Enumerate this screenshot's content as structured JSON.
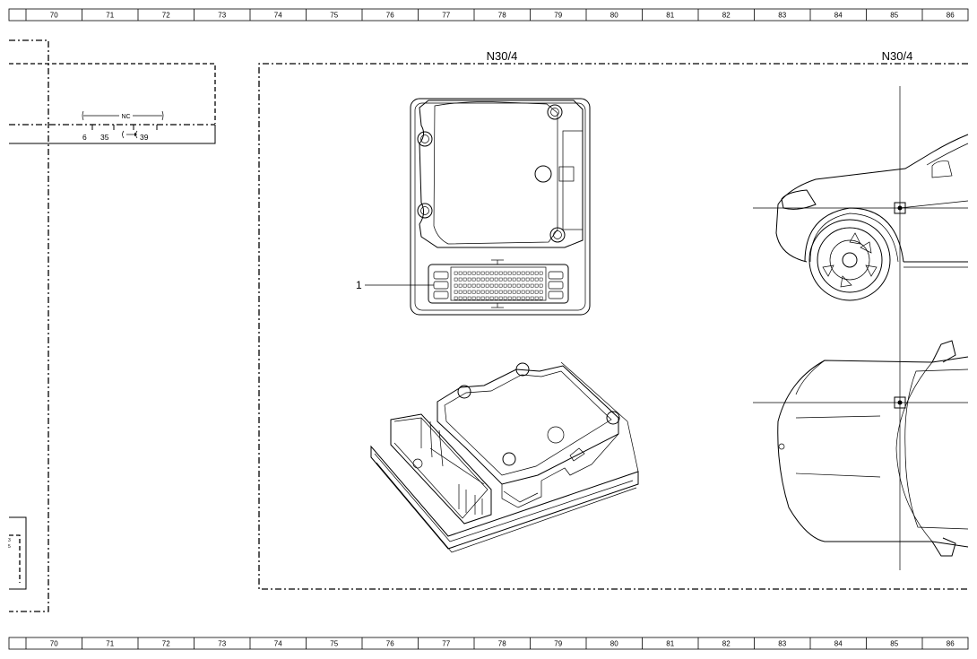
{
  "ruler": {
    "columns": [
      "70",
      "71",
      "72",
      "73",
      "74",
      "75",
      "76",
      "77",
      "78",
      "79",
      "80",
      "81",
      "82",
      "83",
      "84",
      "85",
      "86"
    ]
  },
  "component_labels": {
    "left": "N30/4",
    "right": "N30/4"
  },
  "callout": {
    "number": "1"
  },
  "connector_box": {
    "nc_label": "NC",
    "pin_a": "6",
    "pin_b": "35",
    "pin_c": "39"
  },
  "colors": {
    "line": "#000000",
    "nc_text": "#2233cc",
    "background": "#ffffff"
  }
}
